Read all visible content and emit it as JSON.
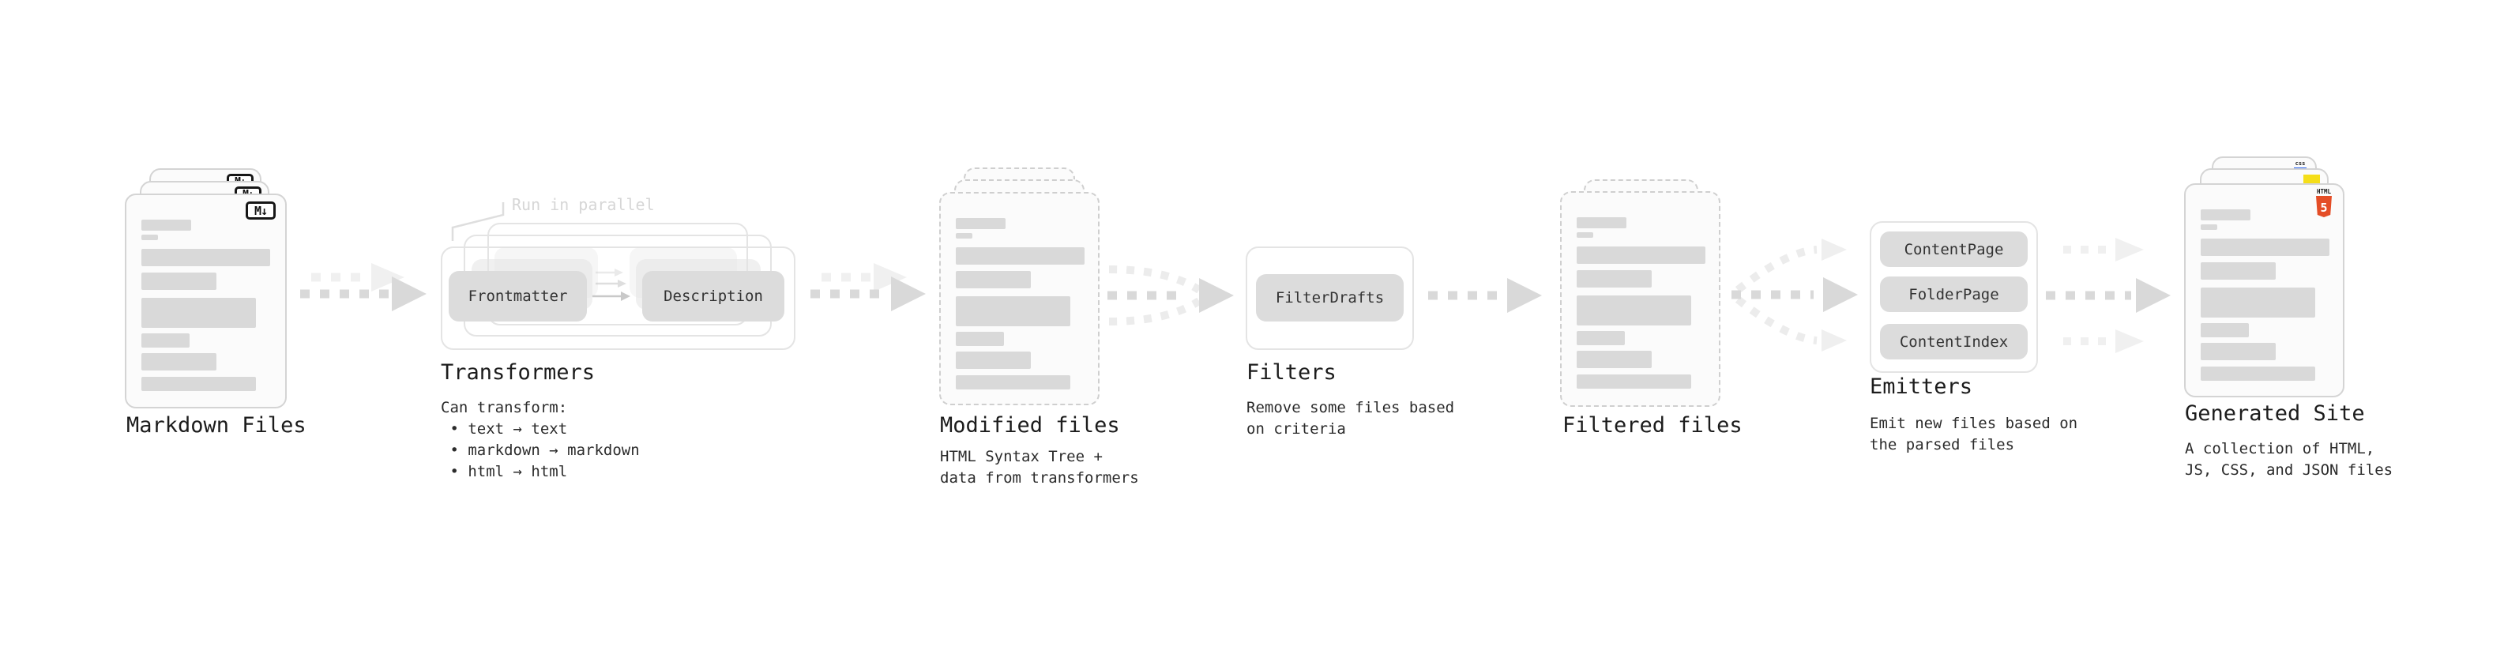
{
  "diagram": {
    "stages": {
      "markdown_files": {
        "title": "Markdown Files",
        "badge": "M↓"
      },
      "transformers": {
        "title": "Transformers",
        "note": "Run in parallel",
        "pills": [
          "Frontmatter",
          "Description"
        ],
        "description": "Can transform:\n • text → text\n • markdown → markdown\n • html → html"
      },
      "modified_files": {
        "title": "Modified files",
        "description": "HTML Syntax Tree +\ndata from transformers"
      },
      "filters": {
        "title": "Filters",
        "pills": [
          "FilterDrafts"
        ],
        "description": "Remove some files based\non criteria"
      },
      "filtered_files": {
        "title": "Filtered files"
      },
      "emitters": {
        "title": "Emitters",
        "pills": [
          "ContentPage",
          "FolderPage",
          "ContentIndex"
        ],
        "description": "Emit new files based on\nthe parsed files"
      },
      "generated_site": {
        "title": "Generated Site",
        "description": "A collection of HTML,\nJS, CSS, and JSON files",
        "badges": {
          "html_label": "HTML",
          "html_number": "5",
          "css_label": "css"
        }
      }
    },
    "colors": {
      "card_bg": "#fbfbfb",
      "card_border": "#d4d4d4",
      "placeholder_bar": "#d9d9d9",
      "pill_bg": "#dcdcdc",
      "panel_border": "#e4e4e4",
      "arrow": "#d9d9d9",
      "arrow_faint": "#f0f0f0",
      "note_text": "#d6d6d6",
      "text": "#1c1c1c",
      "html5_orange": "#e44d26",
      "js_yellow": "#f5de19",
      "css_blue": "#2962f0"
    }
  }
}
